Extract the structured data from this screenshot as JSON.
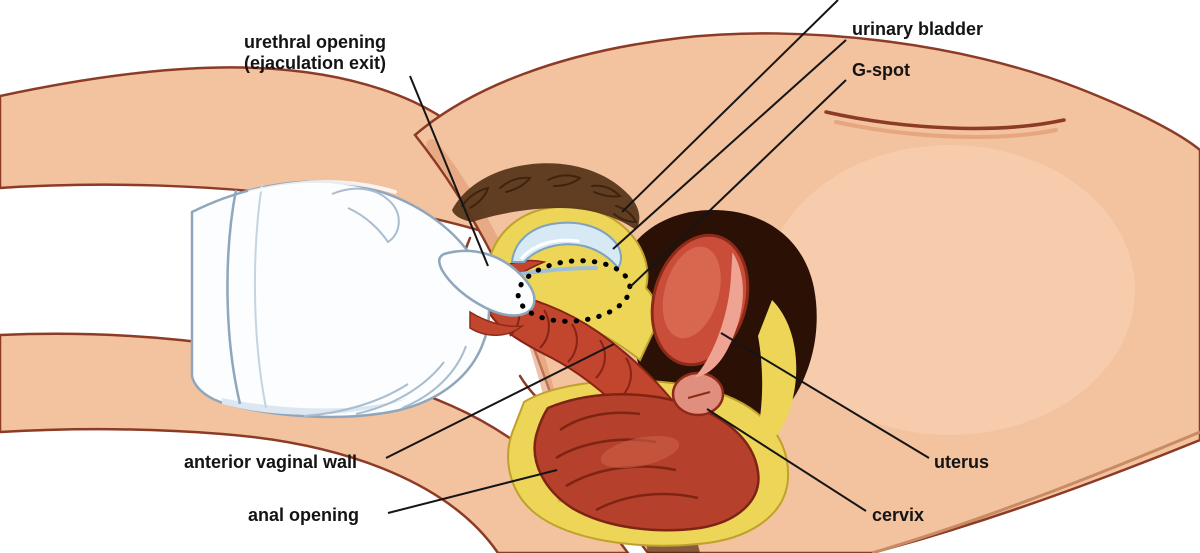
{
  "labels": {
    "urethral_opening_line1": "urethral opening",
    "urethral_opening_line2": "(ejaculation exit)",
    "urinary_bladder": "urinary bladder",
    "g_spot": "G-spot",
    "anterior_vaginal_wall": "anterior vaginal wall",
    "anal_opening": "anal opening",
    "uterus": "uterus",
    "cervix": "cervix"
  },
  "colors": {
    "skin": "#F3C29F",
    "skin_outline": "#8C3B26",
    "skin_shadow": "#E09A74",
    "glove": "#FBFDFF",
    "glove_outline": "#8FA6BC",
    "fat_yellow": "#EDD558",
    "fat_outline": "#C0A12B",
    "muscle_red": "#C2462E",
    "muscle_dark": "#872416",
    "rectum_red": "#B5402B",
    "uterus_red": "#C94D38",
    "uterus_pink": "#EFA392",
    "cervix_pink": "#E08E7E",
    "cavity_dark": "#2B1005",
    "bladder_blue": "#D7E9F5",
    "bladder_outline": "#7FA3BF",
    "hair_brown": "#59371A",
    "leader_line": "#151515",
    "label_text": "#141414",
    "gspot_marker": "#000000"
  }
}
